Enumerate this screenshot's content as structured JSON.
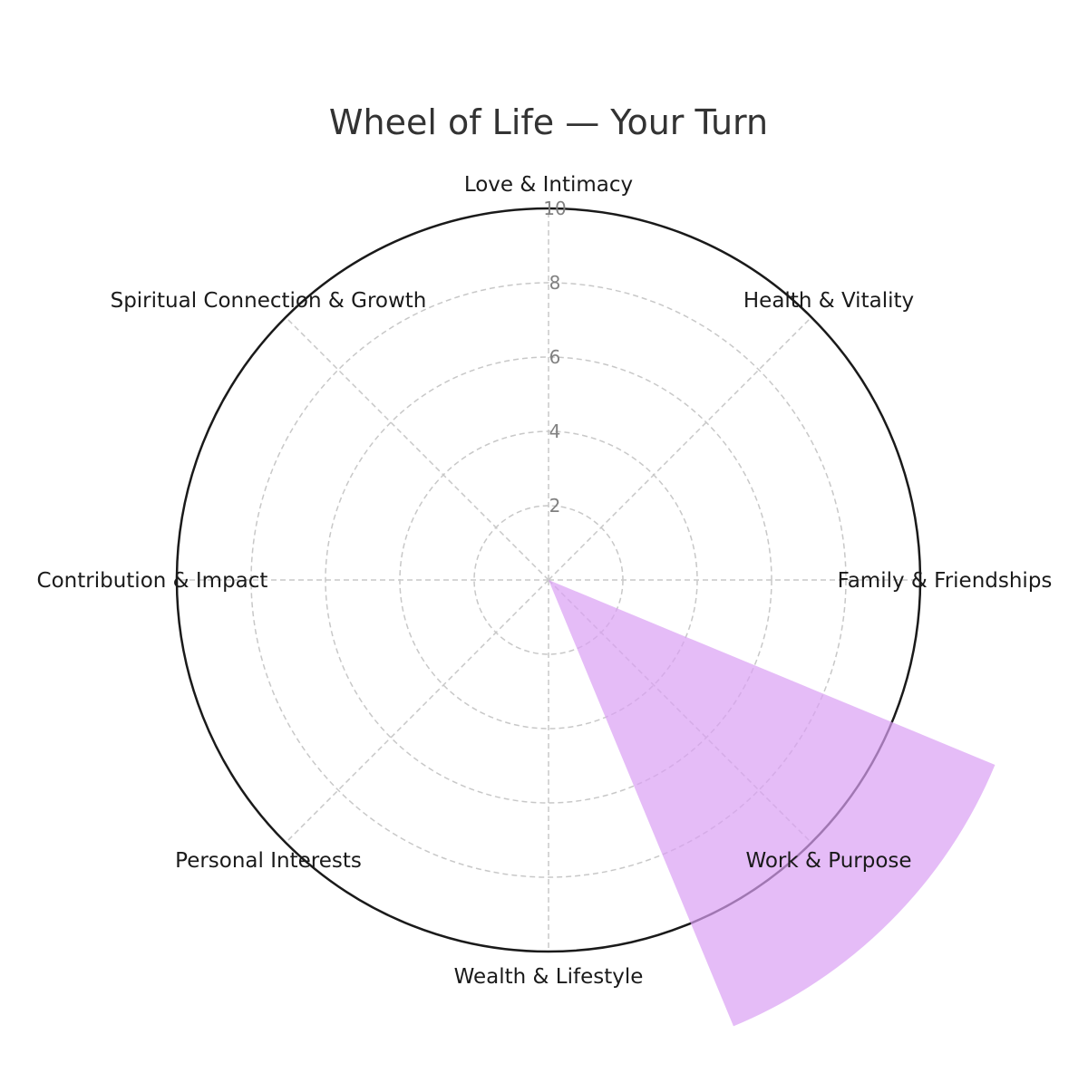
{
  "chart_data": {
    "type": "polar-area",
    "title": "Wheel of Life — Your Turn",
    "categories": [
      "Love & Intimacy",
      "Health & Vitality",
      "Family & Friendships",
      "Work & Purpose",
      "Wealth & Lifestyle",
      "Personal Interests",
      "Contribution & Impact",
      "Spiritual Connection & Growth"
    ],
    "values": [
      0,
      0,
      0,
      13,
      0,
      0,
      0,
      0
    ],
    "rlim": [
      0,
      10
    ],
    "radial_ticks": [
      "2",
      "4",
      "6",
      "8",
      "10"
    ],
    "fill_color": "#DA9FF3",
    "fill_opacity": 0.7,
    "grid": true
  }
}
